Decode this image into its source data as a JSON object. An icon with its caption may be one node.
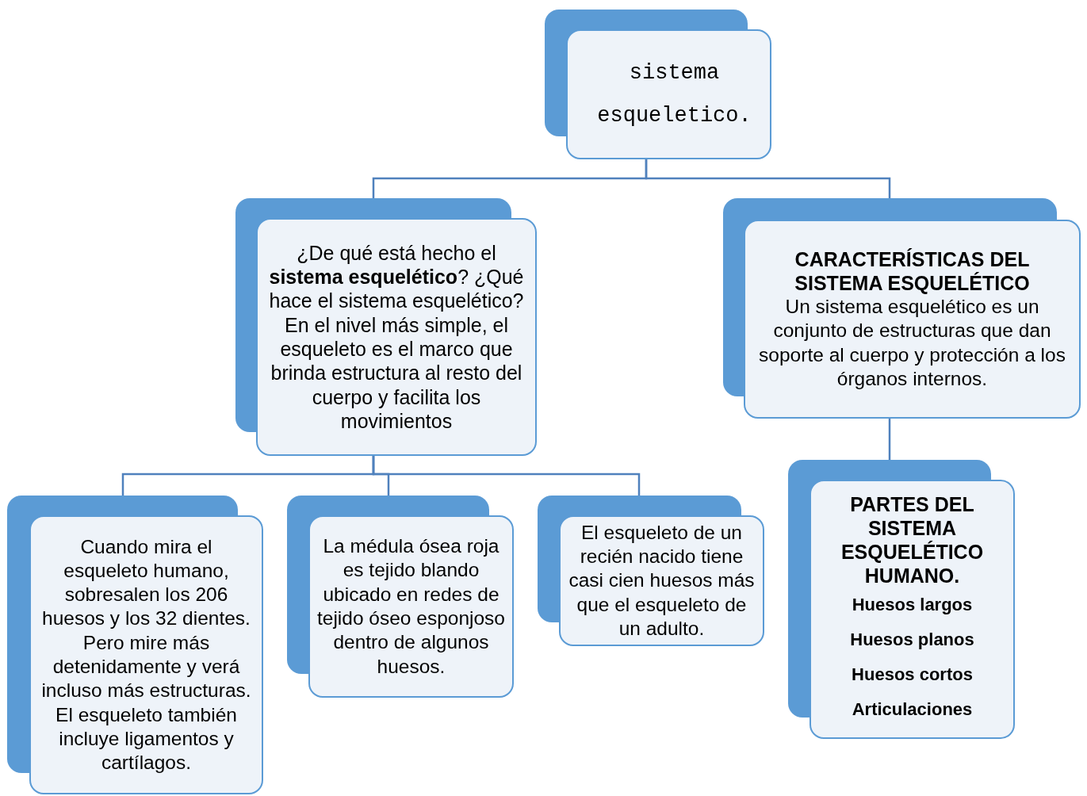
{
  "diagram": {
    "nodes": [
      {
        "text": [
          "sistema esqueletico."
        ]
      },
      {
        "text": [
          "¿De qué está hecho el **sistema esquelético**? ¿Qué hace el sistema esquelético? En el nivel más simple, el esqueleto es el marco que brinda estructura al resto del cuerpo y facilita los movimientos"
        ]
      },
      {
        "text": [
          "CARACTERÍSTICAS DEL SISTEMA ESQUELÉTICO",
          "Un sistema esquelético es un conjunto de estructuras que dan soporte al cuerpo y protección a los órganos internos."
        ]
      },
      {
        "text": [
          "Cuando mira el esqueleto humano, sobresalen los 206 huesos y los 32 dientes. Pero mire más detenidamente y verá incluso más estructuras. El esqueleto también incluye ligamentos y cartílagos."
        ]
      },
      {
        "text": [
          "La médula ósea roja es tejido blando ubicado en redes de tejido óseo esponjoso dentro de algunos huesos."
        ]
      },
      {
        "text": [
          "El esqueleto de un recién nacido tiene casi cien huesos más que el esqueleto de un adulto."
        ]
      },
      {
        "text": [
          "PARTES DEL SISTEMA ESQUELÉTICO HUMANO.",
          "Huesos largos",
          "Huesos planos",
          "Huesos cortos",
          "Articulaciones"
        ]
      }
    ],
    "edges": [
      {
        "from": 0,
        "to": 1,
        "arrow": "none"
      },
      {
        "from": 0,
        "to": 2,
        "arrow": "none"
      },
      {
        "from": 1,
        "to": 3,
        "arrow": "none"
      },
      {
        "from": 1,
        "to": 4,
        "arrow": "none"
      },
      {
        "from": 1,
        "to": 5,
        "arrow": "none"
      },
      {
        "from": 2,
        "to": 6,
        "arrow": "none"
      }
    ]
  }
}
